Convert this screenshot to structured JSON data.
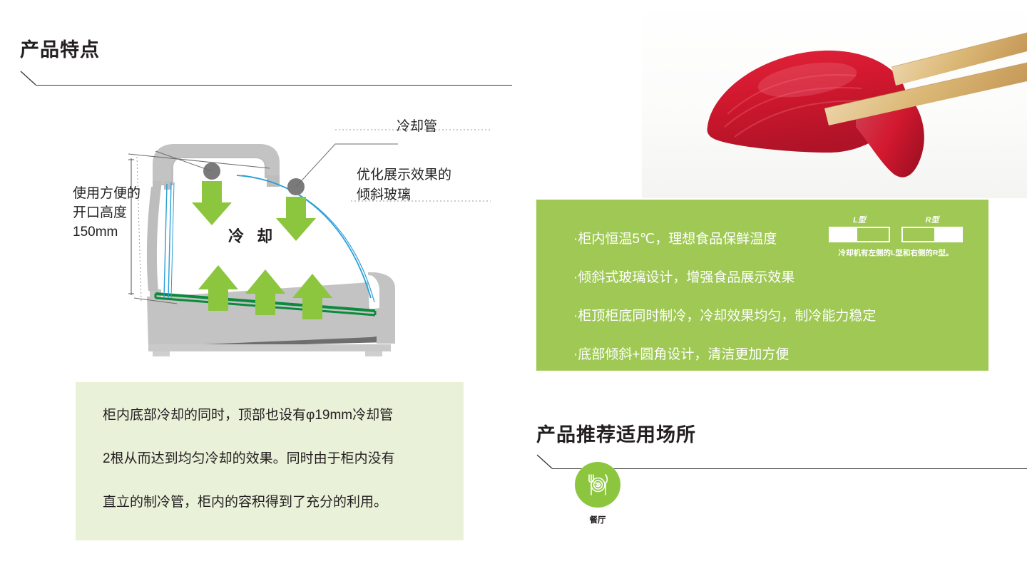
{
  "sections": {
    "features": {
      "title": "产品特点"
    },
    "places": {
      "title": "产品推荐适用场所"
    }
  },
  "diagram": {
    "label_open_height": "使用方便的\n开口高度\n150mm",
    "label_open_height_l1": "使用方便的",
    "label_open_height_l2": "开口高度",
    "label_open_height_l3": "150mm",
    "label_cooling_pipe": "冷却管",
    "label_tilt_glass_l1": "优化展示效果的",
    "label_tilt_glass_l2": "倾斜玻璃",
    "label_center": "冷 却",
    "colors": {
      "arrow_green": "#8cc63e",
      "glass_blue": "#2a9fd6",
      "shelf_green": "#0b8a3c",
      "body_gray": "#bcbcbc",
      "base_dark_gray": "#6e6e6e",
      "pipe_gray": "#7a7a7a"
    }
  },
  "note_box": {
    "bg_color": "#e9f1d9",
    "lines": [
      "柜内底部冷却的同时，顶部也设有φ19mm冷却管",
      "2根从而达到均匀冷却的效果。同时由于柜内没有",
      "直立的制冷管，柜内的容积得到了充分的利用。"
    ]
  },
  "photo": {
    "alt": "筷子夹着金枪鱼握寿司的照片"
  },
  "green_panel": {
    "bg_color": "#9fc954",
    "bullets": [
      "·柜内恒温5℃，理想食品保鲜温度",
      "·倾斜式玻璃设计，增强食品展示效果",
      "·柜顶柜底同时制冷，冷却效果均匀，制冷能力稳定",
      "·底部倾斜+圆角设计，清洁更加方便"
    ],
    "lr_diagram": {
      "items": [
        {
          "label": "L型",
          "fill_side": "left"
        },
        {
          "label": "R型",
          "fill_side": "right"
        }
      ],
      "note": "冷却机有左侧的L型和右侧的R型。"
    }
  },
  "places": {
    "items": [
      {
        "icon": "restaurant-icon",
        "label": "餐厅",
        "color": "#8cc63e"
      }
    ]
  }
}
